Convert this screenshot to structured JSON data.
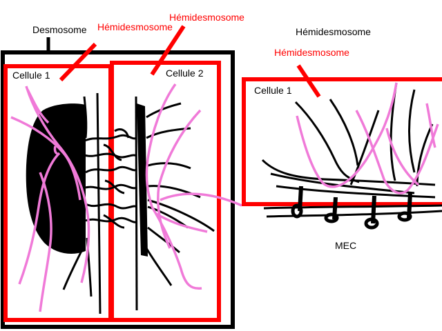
{
  "colors": {
    "ink": "#000000",
    "red": "#ff0000",
    "pink": "#f07ad8",
    "background": "#ffffff"
  },
  "labels": {
    "desmosome": "Desmosome",
    "hemidesmosome_red_1": "Hémidesmosome",
    "hemidesmosome_red_2": "Hémidesmosome",
    "hemidesmosome_black": "Hémidesmosome",
    "hemidesmosome_red_3": "Hémidesmosome",
    "cell1_left": "Cellule 1",
    "cell2_left": "Cellule 2",
    "cell1_right": "Cellule 1",
    "ecm": "MEC"
  }
}
